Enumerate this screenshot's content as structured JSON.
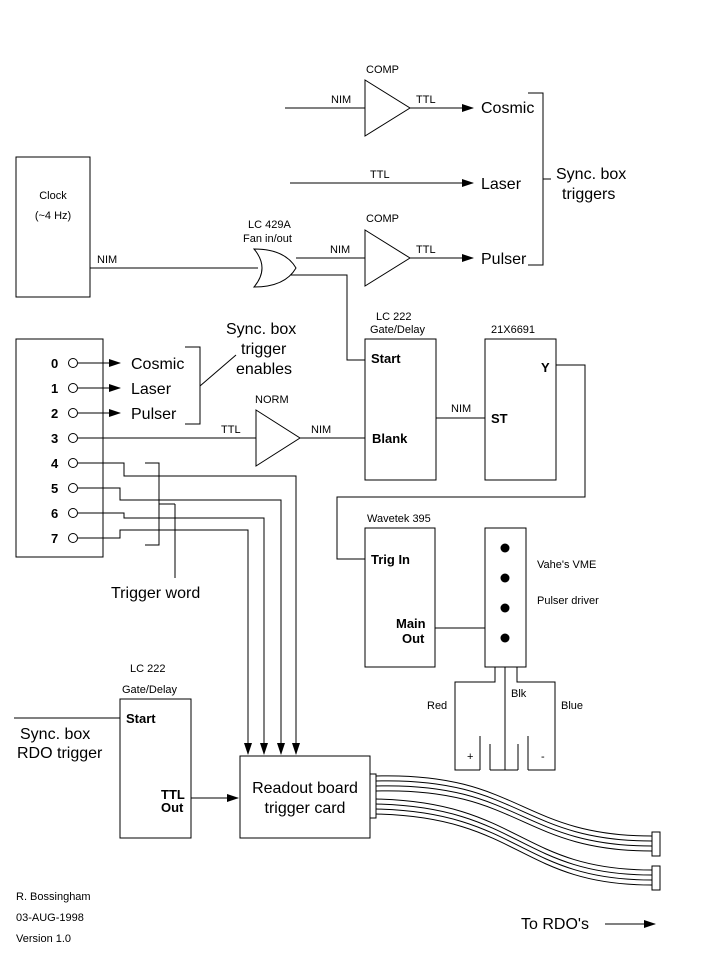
{
  "comp_top": {
    "title": "COMP",
    "in": "NIM",
    "out": "TTL",
    "dest": "Cosmic"
  },
  "laser_line": {
    "label": "TTL",
    "dest": "Laser"
  },
  "comp_mid": {
    "title": "COMP",
    "in": "NIM",
    "out": "TTL",
    "dest": "Pulser"
  },
  "sync_triggers": {
    "line1": "Sync. box",
    "line2": "triggers"
  },
  "clock": {
    "line1": "Clock",
    "line2": "(~4 Hz)",
    "out": "NIM"
  },
  "fanin": {
    "line1": "LC 429A",
    "line2": "Fan in/out"
  },
  "gate1": {
    "line1": "LC 222",
    "line2": "Gate/Delay",
    "start": "Start",
    "blank": "Blank"
  },
  "x6691": {
    "title": "21X6691",
    "y": "Y",
    "st": "ST",
    "nim": "NIM"
  },
  "enables": {
    "line1": "Sync. box",
    "line2": "trigger",
    "line3": "enables"
  },
  "reg_bits": [
    "0",
    "1",
    "2",
    "3",
    "4",
    "5",
    "6",
    "7"
  ],
  "reg_targets": [
    "Cosmic",
    "Laser",
    "Pulser"
  ],
  "norm": {
    "title": "NORM",
    "in": "TTL",
    "out": "NIM"
  },
  "trigger_word": "Trigger word",
  "wavetek": {
    "title": "Wavetek 395",
    "trig": "Trig In",
    "main1": "Main",
    "main2": "Out"
  },
  "vme": {
    "line1": "Vahe's VME",
    "line2": "Pulser driver"
  },
  "battery": {
    "red": "Red",
    "blk": "Blk",
    "blue": "Blue",
    "plus": "+",
    "minus": "-"
  },
  "gate2": {
    "line1": "LC 222",
    "line2": "Gate/Delay",
    "start": "Start",
    "ttl": "TTL",
    "out": "Out"
  },
  "rdo_trigger": {
    "line1": "Sync. box",
    "line2": "RDO trigger"
  },
  "readout": {
    "line1": "Readout board",
    "line2": "trigger card"
  },
  "author": {
    "name": "R. Bossingham",
    "date": "03-AUG-1998",
    "version": "Version 1.0"
  },
  "to_rdo": "To RDO's"
}
